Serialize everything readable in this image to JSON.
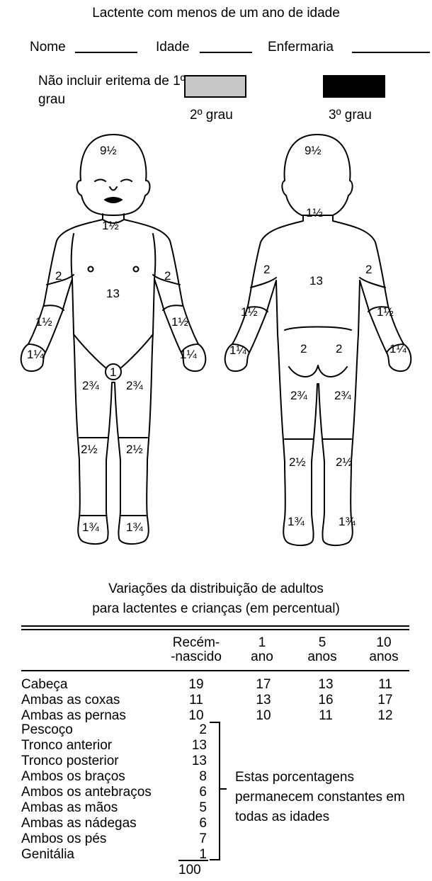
{
  "header": {
    "title": "Lactente com menos de um ano de idade",
    "name_label": "Nome",
    "age_label": "Idade",
    "ward_label": "Enfermaria"
  },
  "legend": {
    "note": "Não incluir eritema de 1º grau",
    "second_degree_label": "2º grau",
    "third_degree_label": "3º grau",
    "second_degree_color": "#c8c8c8",
    "third_degree_color": "#000000"
  },
  "figure": {
    "front": {
      "head": "9½",
      "neck": "1½",
      "upper_arm_left": "2",
      "upper_arm_right": "2",
      "trunk": "13",
      "forearm_left": "1½",
      "forearm_right": "1½",
      "hand_left": "1¼",
      "hand_right": "1¼",
      "genitalia": "1",
      "thigh_left": "2¾",
      "thigh_right": "2¾",
      "leg_left": "2½",
      "leg_right": "2½",
      "foot_left": "1¾",
      "foot_right": "1¾"
    },
    "back": {
      "head": "9½",
      "neck": "1½",
      "upper_arm_left": "2",
      "upper_arm_right": "2",
      "trunk": "13",
      "forearm_left": "1½",
      "forearm_right": "1½",
      "hand_left": "1¼",
      "hand_right": "1¼",
      "buttock_left": "2",
      "buttock_right": "2",
      "thigh_left": "2¾",
      "thigh_right": "2¾",
      "leg_left": "2½",
      "leg_right": "2½",
      "foot_left": "1¾",
      "foot_right": "1¾"
    }
  },
  "table": {
    "title_line1": "Variações da distribuição de adultos",
    "title_line2": "para lactentes e crianças (em percentual)",
    "headers": [
      "Recém-\n-nascido",
      "1\nano",
      "5\nanos",
      "10\nanos"
    ],
    "age_rows": [
      {
        "label": "Cabeça",
        "values": [
          "19",
          "17",
          "13",
          "11"
        ]
      },
      {
        "label": "Ambas as coxas",
        "values": [
          "11",
          "13",
          "16",
          "17"
        ]
      },
      {
        "label": "Ambas as pernas",
        "values": [
          "10",
          "10",
          "11",
          "12"
        ]
      }
    ],
    "constant_rows": [
      {
        "label": "Pescoço",
        "value": "2"
      },
      {
        "label": "Tronco anterior",
        "value": "13"
      },
      {
        "label": "Tronco posterior",
        "value": "13"
      },
      {
        "label": "Ambos os braços",
        "value": "8"
      },
      {
        "label": "Ambos os antebraços",
        "value": "6"
      },
      {
        "label": "Ambas as mãos",
        "value": "5"
      },
      {
        "label": "Ambas as nádegas",
        "value": "6"
      },
      {
        "label": "Ambos os pés",
        "value": "7"
      },
      {
        "label": "Genitália",
        "value": "1"
      }
    ],
    "total": "100",
    "constant_note": "Estas porcentagens permanecem constantes em todas as idades"
  }
}
